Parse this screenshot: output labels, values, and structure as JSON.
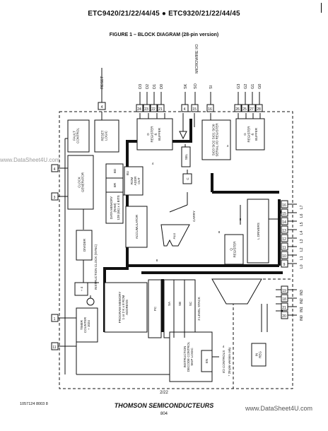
{
  "header": {
    "title": "ETC9420/21/22/44/45 ● ETC9320/21/22/44/45",
    "figure_title": "FIGURE 1 – BLOCK DIAGRAM (28-pin version)"
  },
  "watermarks": {
    "left": "www.DataSheet4U.com",
    "right": "www.DataSheet4U.com"
  },
  "top_labels": {
    "reset": "RESET",
    "d3": "D3",
    "d2": "D2",
    "d1": "D1",
    "d0": "D0",
    "microwire": "MICROWIRE I/O",
    "sk": "SK",
    "so": "SO",
    "si": "SI",
    "g3": "G3",
    "g2": "G2",
    "g1": "G1",
    "g0": "G0"
  },
  "pins": {
    "reset": "4",
    "d3": "24",
    "d2": "23",
    "d1": "22",
    "d0": "21",
    "sk": "4",
    "so": "15",
    "si": "16",
    "g3": "26",
    "g2": "25",
    "g1": "27",
    "g0": "28",
    "left_top": "4",
    "left_mid": "3",
    "left_a": "1",
    "left_b": "11",
    "l7": "16",
    "l6": "15",
    "l5": "14",
    "l4": "13",
    "l3": "12",
    "l2": "11",
    "l1": "10",
    "l0": "9",
    "in3": "19",
    "in2": "18",
    "in1": "21",
    "in0": "20"
  },
  "blocks": {
    "fault_control": "FAULT\nCONTROL",
    "reset_logic": "RESET\nLOGIC",
    "d_register": "D\nREGISTER\n&\nBUFFER",
    "sio_register": "SIO3 SIO2 SIO1 SIO0\nSERIAL I/O REGISTER",
    "g_register": "G\nREGISTER\n&\nBUFFER",
    "clock_generator": "CLOCK\nGENERATOR",
    "bd": "BD",
    "br": "BR",
    "bu": "BU",
    "data_memory": "DATA MEMORY\n(RAM)\n128 (64) x 4 BITS",
    "rom_addr": "ROM\nADDR\nOUT",
    "accumulator": "ACCUMULATOR",
    "alu": "ALU",
    "carry": "CARRY",
    "sel": "SEL",
    "c": "C",
    "divider": "DIVIDER",
    "l_drivers": "L DRIVERS",
    "q_register": "Q\nREGISTER",
    "div4": "÷ 4",
    "timer": "TIMER\nCOUNTER\n÷ 1024",
    "program_memory": "PROGRAM MEMORY\n1 or 2 K x 8 ROM\nADDRESS",
    "pc": "PC",
    "sa": "SA",
    "sb": "SB",
    "sc": "SC",
    "stack": "3 LEVEL STACK",
    "instruction_decode": "INSTRUCTION\nDECODE CONTROL\nSKIP LOGIC",
    "en": "EN",
    "in_reg": "IN\nREG",
    "instruction_clock": "INSTRUCTION CLOCK (SYNC)",
    "io_controls": "I/O CONTROLS",
    "version_note": "* 28-pin version only",
    "l_labels": [
      "L7",
      "L6",
      "L5",
      "L4",
      "L3",
      "L2",
      "L1",
      "L0"
    ],
    "in_labels": [
      "IN3",
      "IN2",
      "IN1",
      "IN0"
    ],
    "bus8": "8",
    "bus4": "4"
  },
  "footer": {
    "page": "2/22",
    "left": "1057124 8003 8",
    "company": "THOMSON SEMICONDUCTEURS",
    "code": "804"
  }
}
